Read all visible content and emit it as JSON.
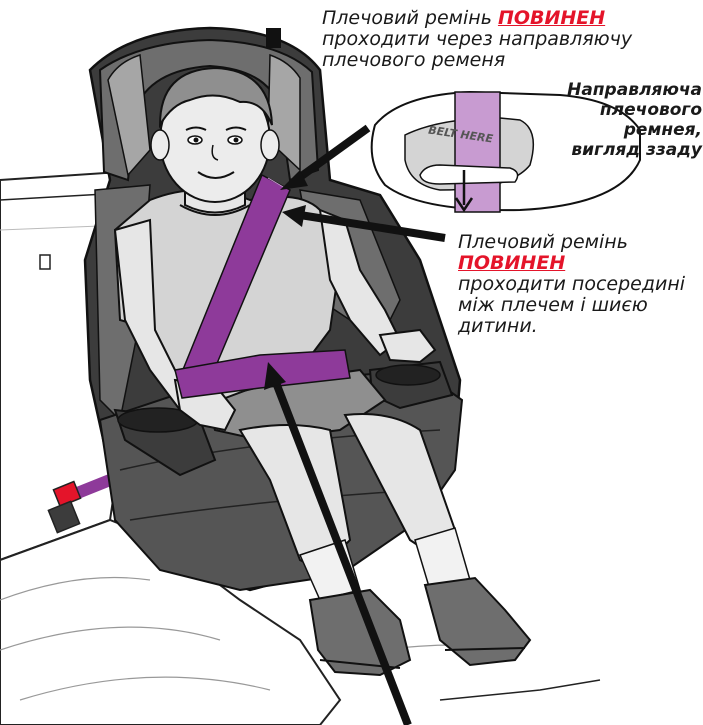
{
  "captions": {
    "top": {
      "part1": "Плечовий ремінь",
      "warning": "ПОВИНЕН",
      "part2": "проходити через направляючу плечового ременя"
    },
    "guide": {
      "line1": "Направляюча",
      "line2": "плечового",
      "line3": "ремнея,",
      "line4": "вигляд ззаду"
    },
    "guide_label": "BELT HERE",
    "right": {
      "part1": "Плечовий ремінь",
      "warning": "ПОВИНЕН",
      "part2": "проходити посередині між плечем і шиєю дитини."
    }
  },
  "colors": {
    "warning": "#e4142a",
    "belt": "#8e3a9a",
    "belt_light": "#c89bd1",
    "seat_dark": "#3c3c3c",
    "seat_mid": "#6e6e6e",
    "seat_light": "#a6a6a6",
    "shirt": "#d4d4d4",
    "shorts": "#8f8f8f",
    "buckle_red": "#e4142a"
  },
  "icons": {
    "arrow": "arrow-pointer",
    "belt_guide": "belt-guide-detail"
  }
}
